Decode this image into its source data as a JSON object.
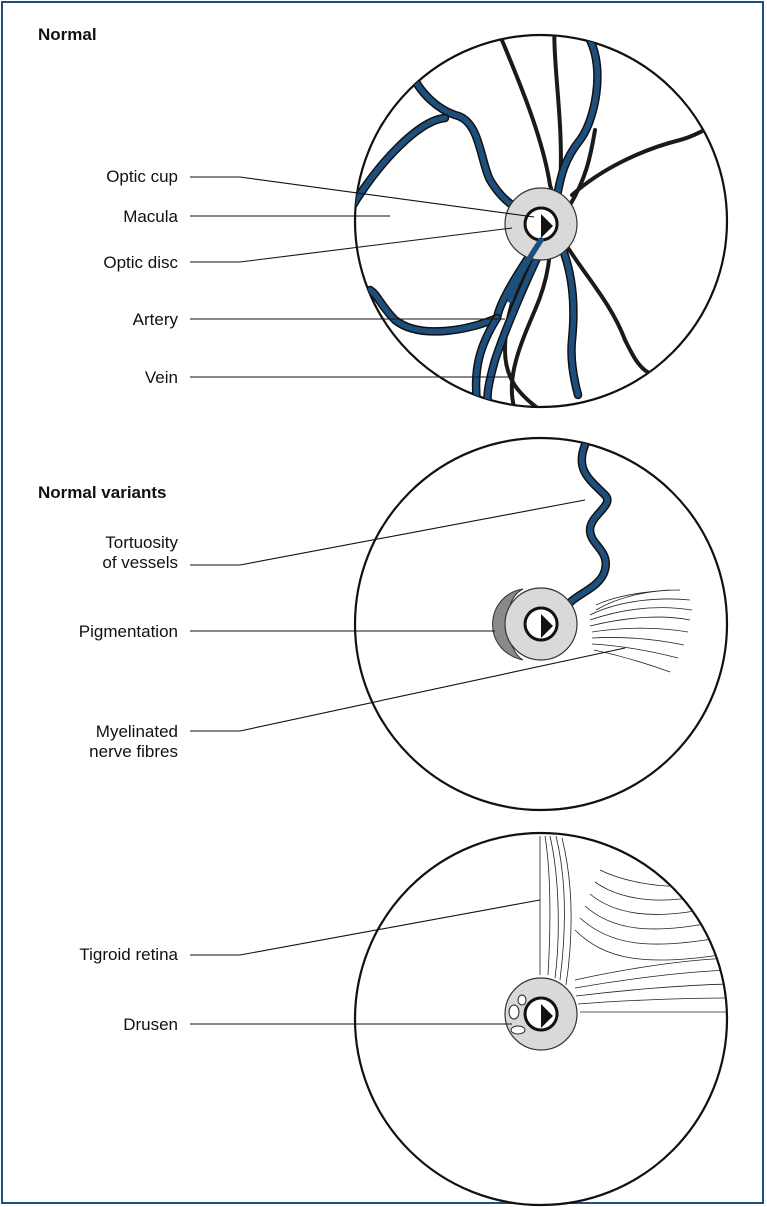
{
  "panels": [
    {
      "heading": "Normal",
      "labels": [
        "Optic cup",
        "Macula",
        "Optic disc",
        "Artery",
        "Vein"
      ]
    },
    {
      "heading": "Normal variants",
      "labels": [
        "Tortuosity",
        "of vessels",
        "Pigmentation",
        "Myelinated",
        "nerve fibres"
      ]
    },
    {
      "heading": "",
      "labels": [
        "Tigroid retina",
        "Drusen"
      ]
    }
  ],
  "colors": {
    "frame": "#1f4f7a",
    "vein": "#1d4f7d",
    "artery": "#1a1a1a",
    "disc": "#d9d9d9",
    "pigment": "#8a8a8a"
  }
}
